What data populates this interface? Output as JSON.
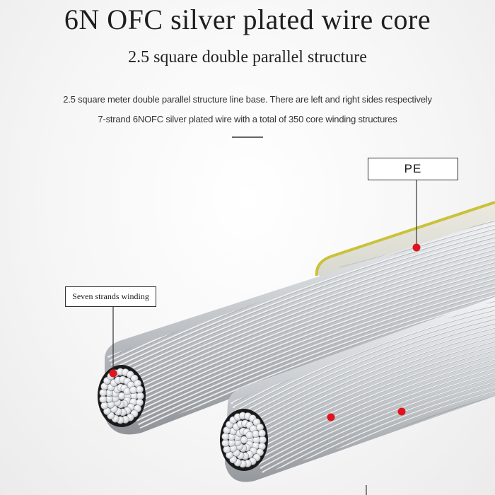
{
  "header": {
    "title": "6N OFC silver plated wire core",
    "subtitle": "2.5 square double parallel structure",
    "description_line1": "2.5 square meter double parallel structure line base. There are left and right sides respectively",
    "description_line2": "7-strand 6NOFC silver plated wire with a total of 350 core winding structures"
  },
  "callouts": {
    "pe_label": "PE",
    "strands_label": "Seven strands winding"
  },
  "colors": {
    "marker": "#e0141e",
    "pe_jacket": "#c9c23a",
    "wire_silver": "#c8ccd0"
  }
}
